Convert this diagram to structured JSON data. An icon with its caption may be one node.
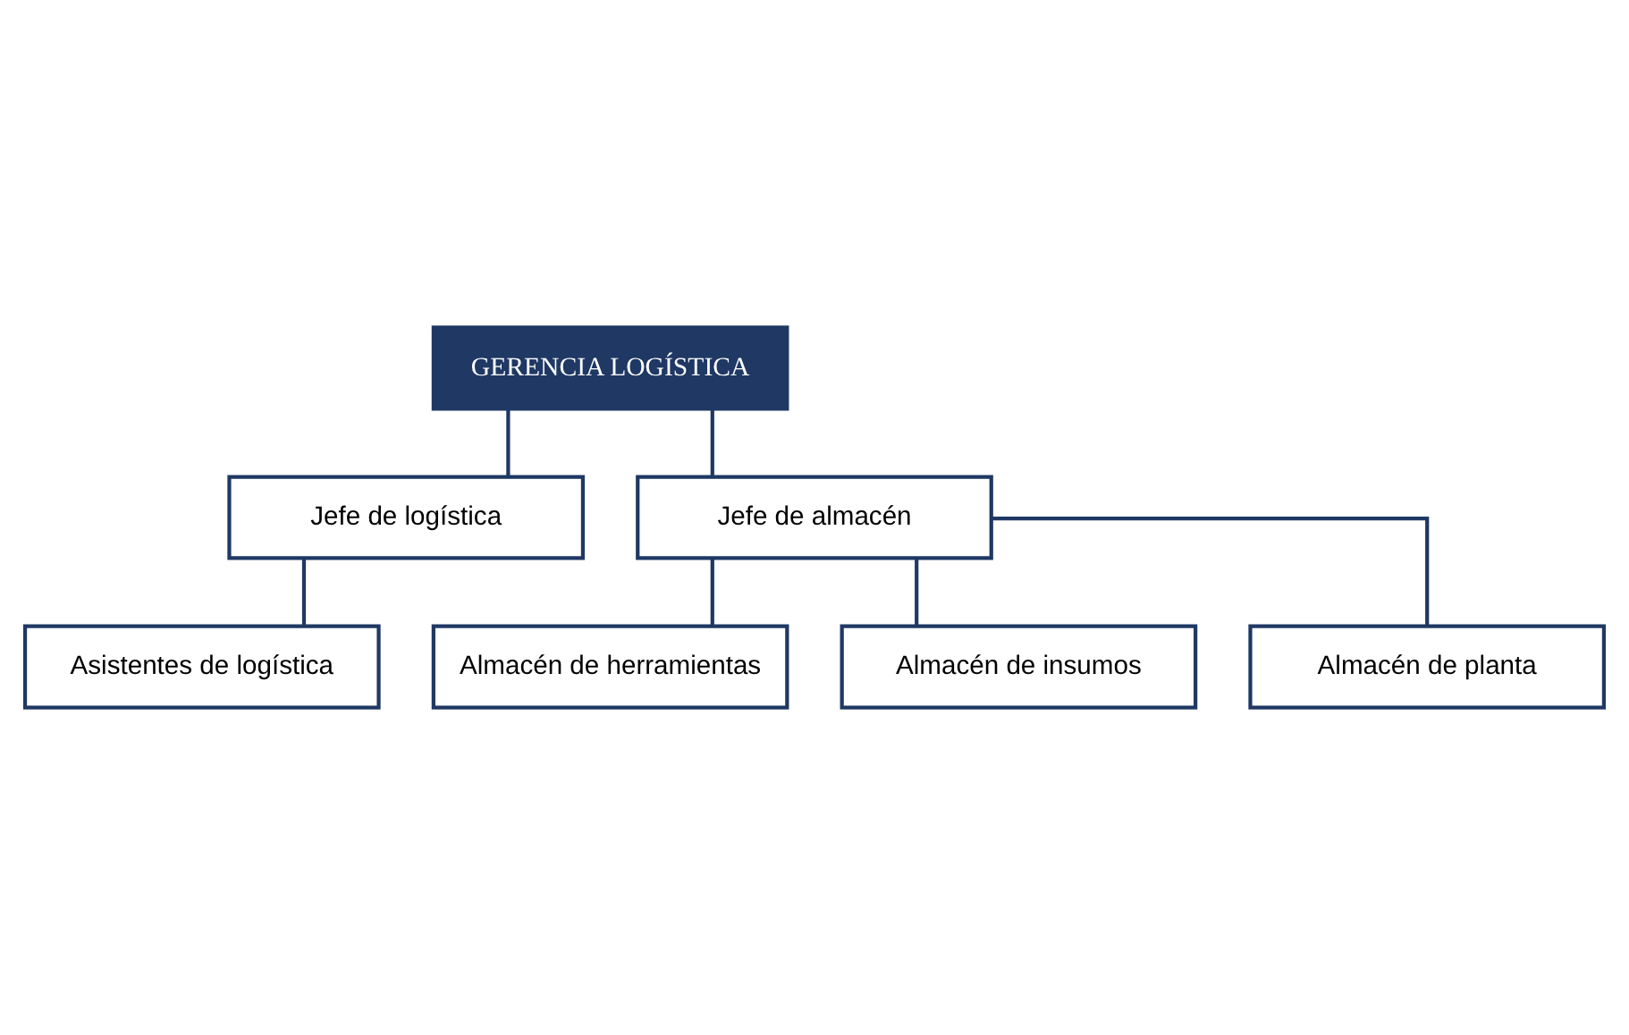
{
  "diagram": {
    "nodes": [
      {
        "text": [
          "GERENCIA LOGÍSTICA"
        ]
      },
      {
        "text": [
          "Jefe de logística"
        ]
      },
      {
        "text": [
          "Jefe de almacén"
        ]
      },
      {
        "text": [
          "Asistentes de logística"
        ]
      },
      {
        "text": [
          "Almacén de herramientas"
        ]
      },
      {
        "text": [
          "Almacén de insumos"
        ]
      },
      {
        "text": [
          "Almacén de planta"
        ]
      }
    ],
    "edges": [
      {
        "from": 0,
        "to": 1,
        "arrow": "none"
      },
      {
        "from": 0,
        "to": 2,
        "arrow": "none"
      },
      {
        "from": 1,
        "to": 3,
        "arrow": "none"
      },
      {
        "from": 2,
        "to": 4,
        "arrow": "none"
      },
      {
        "from": 2,
        "to": 5,
        "arrow": "none"
      },
      {
        "from": 2,
        "to": 6,
        "arrow": "none"
      }
    ]
  }
}
